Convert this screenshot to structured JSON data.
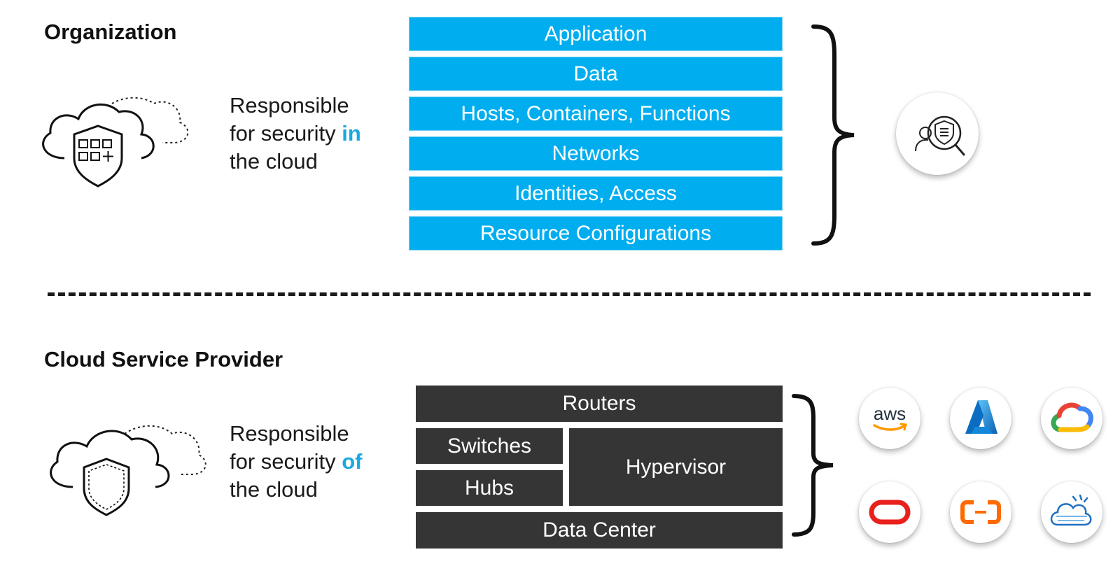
{
  "organization": {
    "title": "Organization",
    "responsibility": {
      "line1": "Responsible",
      "line2_prefix": "for security ",
      "keyword": "in",
      "line3": "the cloud"
    },
    "layers": [
      "Application",
      "Data",
      "Hosts, Containers, Functions",
      "Networks",
      "Identities, Access",
      "Resource Configurations"
    ]
  },
  "provider": {
    "title": "Cloud Service Provider",
    "responsibility": {
      "line1": "Responsible",
      "line2_prefix": "for security ",
      "keyword": "of",
      "line3": "the cloud"
    },
    "layers": {
      "routers": "Routers",
      "switches": "Switches",
      "hubs": "Hubs",
      "hypervisor": "Hypervisor",
      "data_center": "Data Center"
    },
    "logos": {
      "aws_text": "aws",
      "names": [
        "aws-logo",
        "azure-logo",
        "google-cloud-logo",
        "oracle-logo",
        "alibaba-cloud-logo",
        "ibm-cloud-logo"
      ]
    }
  },
  "colors": {
    "accent": "#1aa8e0",
    "layer_blue": "#00aeef",
    "layer_dark": "#353535"
  }
}
